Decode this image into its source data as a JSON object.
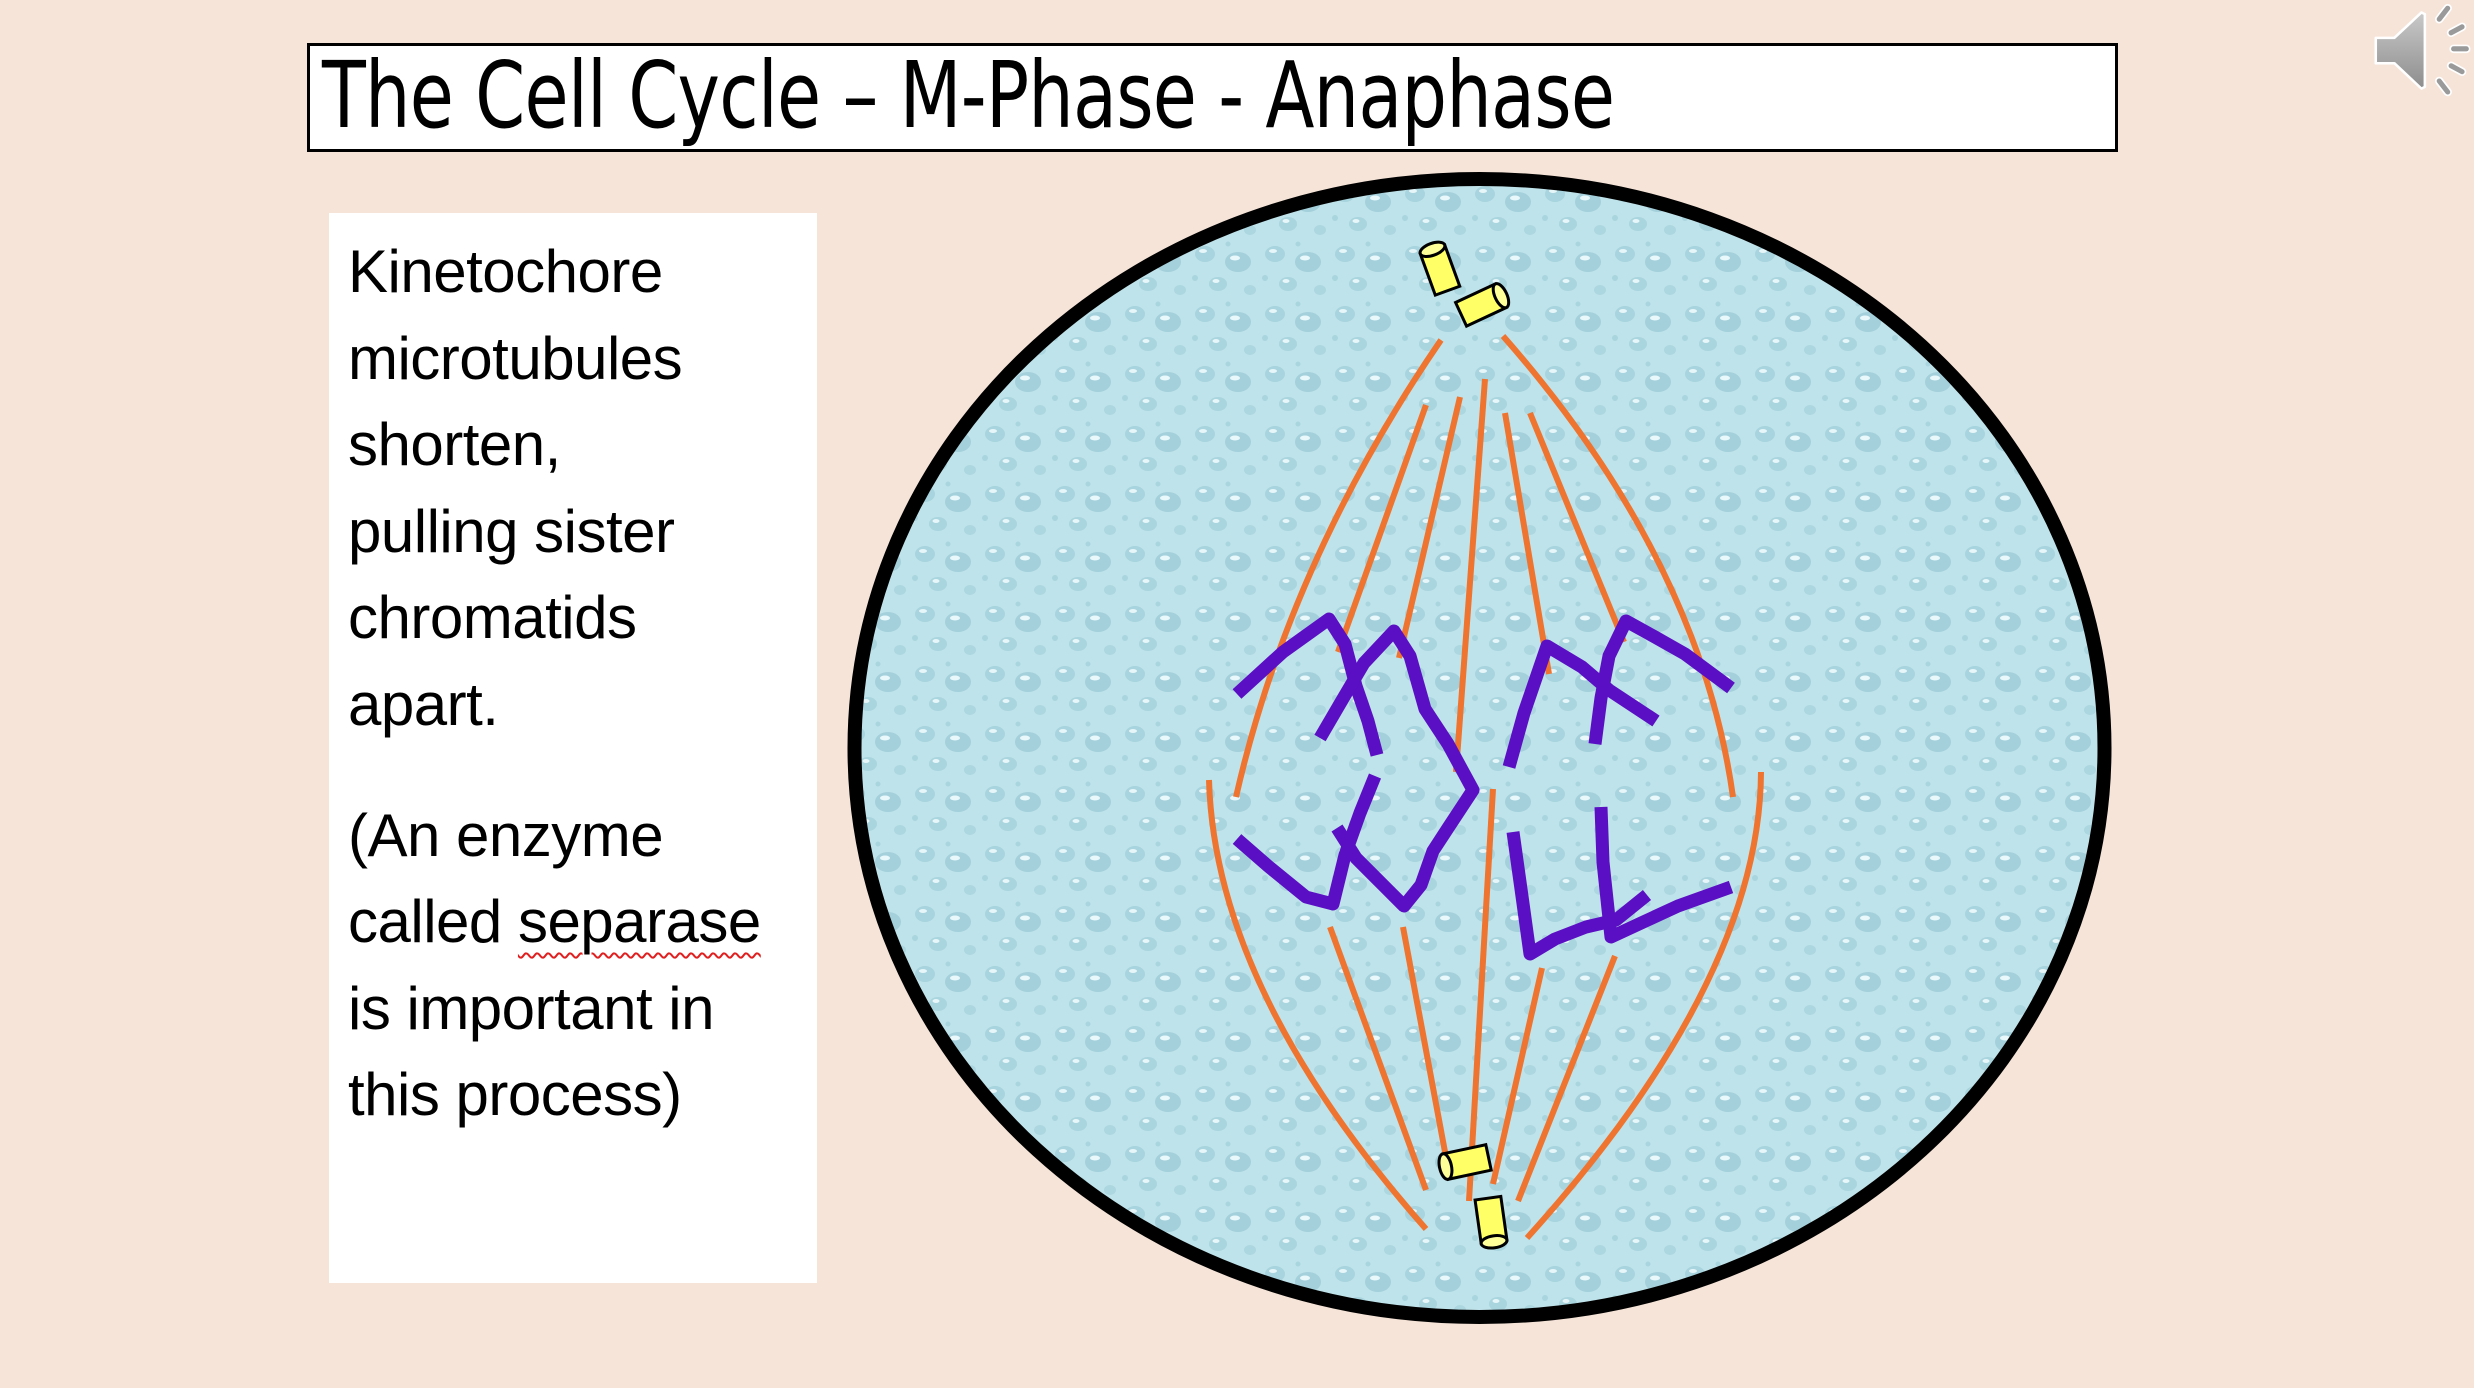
{
  "slide": {
    "title": "The Cell Cycle – M-Phase - Anaphase",
    "background_color": "#f6e4d8"
  },
  "text_box": {
    "paragraph1_lines": [
      "Kinetochore",
      "microtubules",
      "shorten,",
      "pulling sister",
      "chromatids",
      "apart."
    ],
    "paragraph2_lines": {
      "line1": "(An enzyme",
      "line2_prefix": "called ",
      "line2_misspelled_word": "separase",
      "line3": "is important in",
      "line4": "this process)"
    }
  },
  "diagram": {
    "subject": "cell in anaphase",
    "colors": {
      "cell_fill": "#bfe3ea",
      "cell_border": "#000000",
      "spindle_fibers": "#ee7430",
      "chromosomes": "#5b0fc4",
      "centrioles": "#ffff66"
    },
    "parts": [
      "cell-membrane",
      "centrioles-top",
      "centrioles-bottom",
      "spindle-fibers",
      "chromatids-left-group",
      "chromatids-right-group"
    ]
  },
  "audio": {
    "icon": "speaker-icon"
  }
}
